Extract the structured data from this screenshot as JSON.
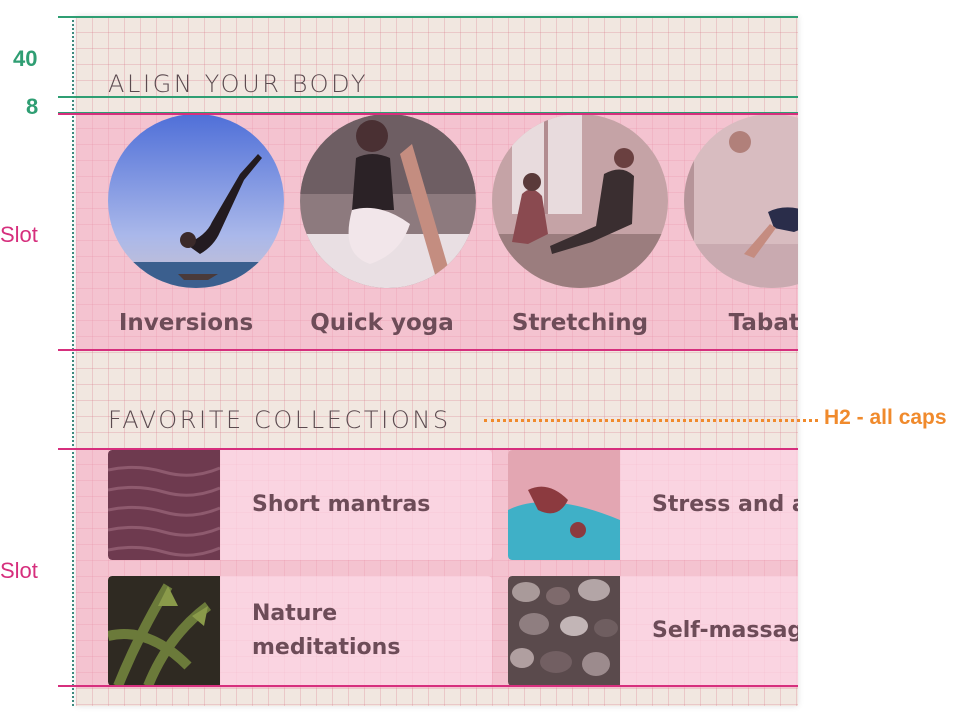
{
  "sections": {
    "align": {
      "title": "ALIGN YOUR BODY"
    },
    "favorites": {
      "title": "FAVORITE COLLECTIONS"
    }
  },
  "align_items": [
    {
      "label": "Inversions"
    },
    {
      "label": "Quick yoga"
    },
    {
      "label": "Stretching"
    },
    {
      "label": "Tabata"
    }
  ],
  "collections": [
    {
      "label": "Short mantras"
    },
    {
      "label": "Stress and anxiety"
    },
    {
      "label": "Nature meditations"
    },
    {
      "label": "Self-massage"
    }
  ],
  "annotations": {
    "top_spacing": "40",
    "title_spacing": "8",
    "slot_top": "Slot",
    "slot_bottom": "Slot",
    "h2_note": "H2 - all caps"
  },
  "colors": {
    "background": "#f1e7e0",
    "slot_overlay": "#f5a5c3",
    "slot_lines": "#d62f7d",
    "spacing_lines": "#2f9e73",
    "annotation_orange": "#f08a2c",
    "text": "#6d4c58"
  }
}
